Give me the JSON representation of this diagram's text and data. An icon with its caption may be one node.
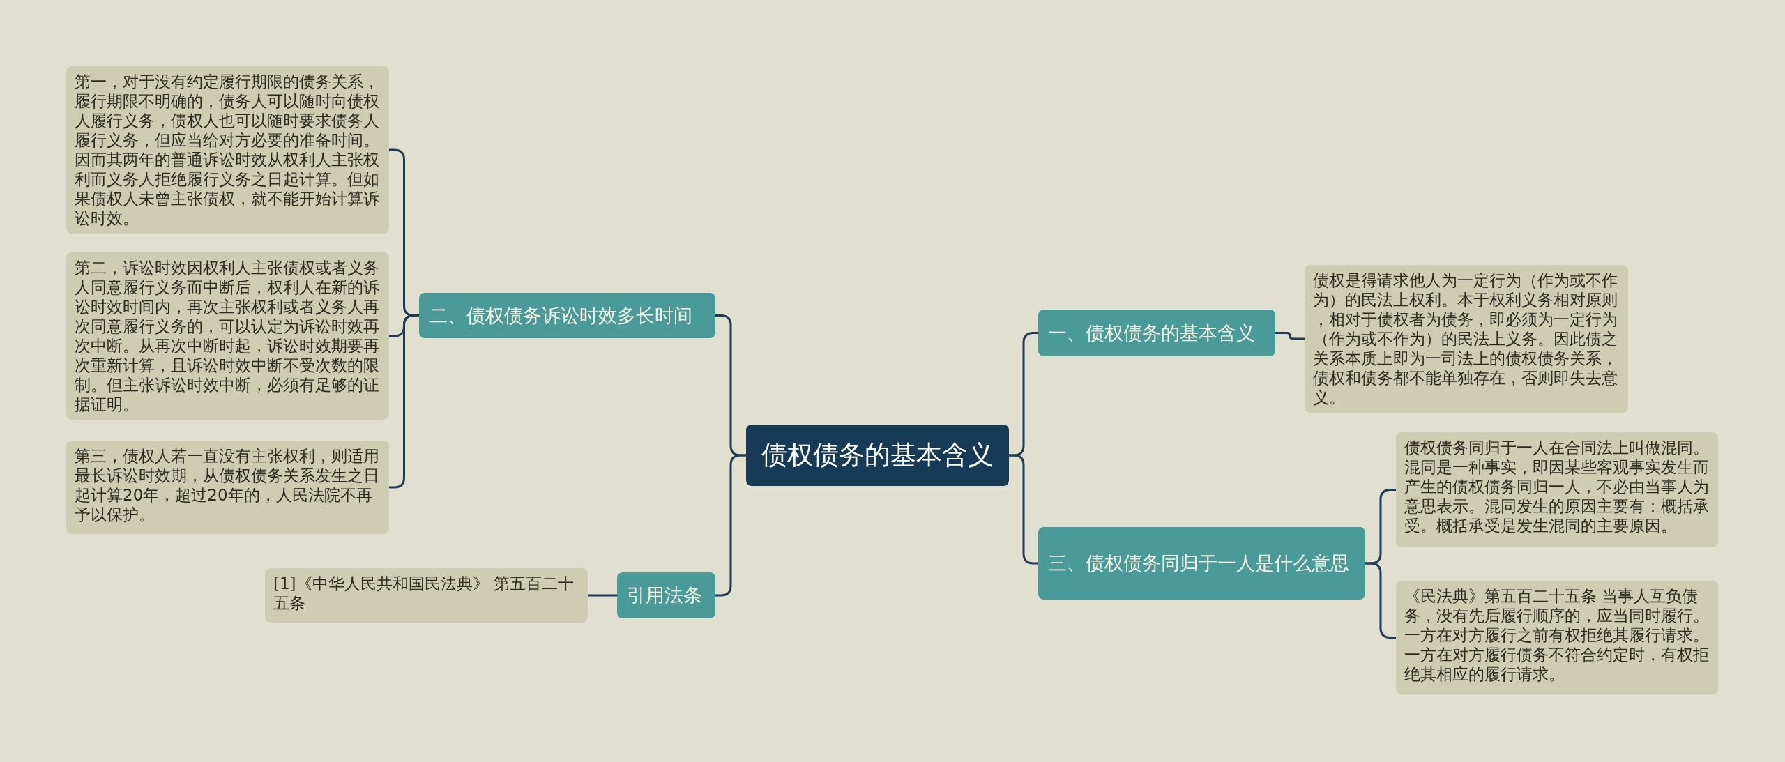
{
  "diagram": {
    "nodes": [
      {
        "text": [
          "债权债务的基本含义"
        ]
      },
      {
        "text": [
          "二、债权债务诉讼时效多长时间"
        ]
      },
      {
        "text": [
          "第一，对于没有约定履行期限的债务关系，履行期限不明确的，债务人可以随时向债权人履行义务，债权人也可以随时要求债务人履行义务，但应当给对方必要的准备时间。因而其两年的普通诉讼时效从权利人主张权利而义务人拒绝履行义务之日起计算。但如果债权人未曾主张债权，就不能开始计算诉讼时效。"
        ]
      },
      {
        "text": [
          "第二，诉讼时效因权利人主张债权或者义务人同意履行义务而中断后，权利人在新的诉讼时效时间内，再次主张权利或者义务人再次同意履行义务的，可以认定为诉讼时效再次中断。从再次中断时起，诉讼时效期要再次重新计算，且诉讼时效中断不受次数的限制。但主张诉讼时效中断，必须有足够的证据证明。"
        ]
      },
      {
        "text": [
          "第三，债权人若一直没有主张权利，则适用最长诉讼时效期，从债权债务关系发生之日起计算20年，超过20年的，人民法院不再予以保护。"
        ]
      },
      {
        "text": [
          "引用法条"
        ]
      },
      {
        "text": [
          "[1]《中华人民共和国民法典》 第五百二十五条"
        ]
      },
      {
        "text": [
          "一、债权债务的基本含义"
        ]
      },
      {
        "text": [
          "债权是得请求他人为一定行为（作为或不作为）的民法上权利。本于权利义务相对原则，相对于债权者为债务，即必须为一定行为（作为或不作为）的民法上义务。因此债之关系本质上即为一司法上的债权债务关系，债权和债务都不能单独存在，否则即失去意义。"
        ]
      },
      {
        "text": [
          "三、债权债务同归于一人是什么意思"
        ]
      },
      {
        "text": [
          "债权债务同归于一人在合同法上叫做混同。混同是一种事实，即因某些客观事实发生而产生的债权债务同归一人，不必由当事人为意思表示。混同发生的原因主要有：概括承受。概括承受是发生混同的主要原因。"
        ]
      },
      {
        "text": [
          "《民法典》第五百二十五条 当事人互负债务，没有先后履行顺序的，应当同时履行。一方在对方履行之前有权拒绝其履行请求。一方在对方履行债务不符合约定时，有权拒绝其相应的履行请求。"
        ]
      }
    ],
    "edges": [
      {
        "from": 0,
        "to": 1,
        "arrow": "none"
      },
      {
        "from": 1,
        "to": 2,
        "arrow": "none"
      },
      {
        "from": 1,
        "to": 3,
        "arrow": "none"
      },
      {
        "from": 1,
        "to": 4,
        "arrow": "none"
      },
      {
        "from": 0,
        "to": 5,
        "arrow": "none"
      },
      {
        "from": 5,
        "to": 6,
        "arrow": "none"
      },
      {
        "from": 0,
        "to": 7,
        "arrow": "none"
      },
      {
        "from": 7,
        "to": 8,
        "arrow": "none"
      },
      {
        "from": 0,
        "to": 9,
        "arrow": "none"
      },
      {
        "from": 9,
        "to": 10,
        "arrow": "none"
      },
      {
        "from": 9,
        "to": 11,
        "arrow": "none"
      }
    ]
  }
}
